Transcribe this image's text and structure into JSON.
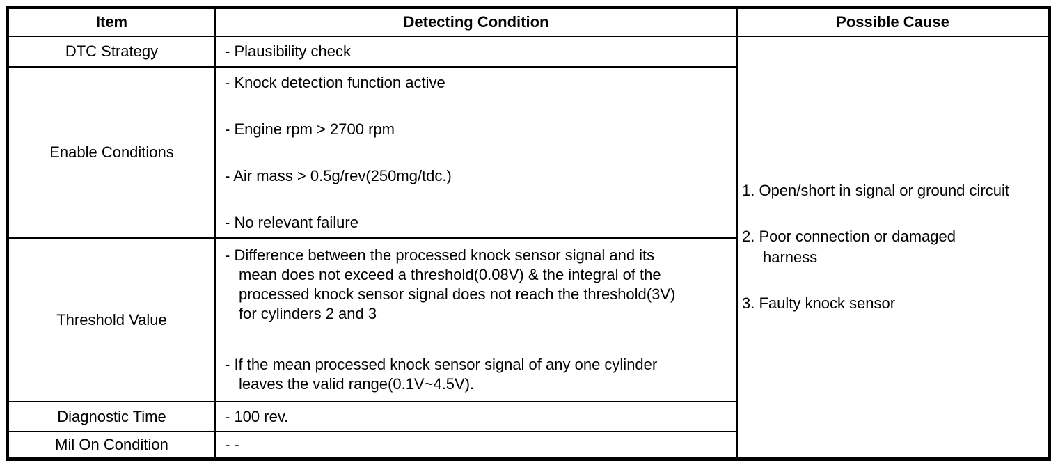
{
  "table": {
    "headers": {
      "item": "Item",
      "detecting_condition": "Detecting Condition",
      "possible_cause": "Possible Cause"
    },
    "rows": [
      {
        "item": "DTC Strategy",
        "conditions": [
          "- Plausibility check"
        ]
      },
      {
        "item": "Enable Conditions",
        "conditions": [
          "- Knock detection function active",
          "- Engine rpm > 2700 rpm",
          "- Air mass > 0.5g/rev(250mg/tdc.)",
          "- No relevant failure"
        ]
      },
      {
        "item": "Threshold Value",
        "conditions": [
          "- Difference between the processed knock sensor signal and its\nmean does not exceed a threshold(0.08V) & the integral of the\nprocessed knock sensor signal does not reach the threshold(3V)\nfor cylinders 2 and 3",
          "- If the mean processed knock sensor signal of any one cylinder\nleaves the valid range(0.1V~4.5V)."
        ]
      },
      {
        "item": "Diagnostic Time",
        "conditions": [
          "- 100 rev."
        ]
      },
      {
        "item": "Mil On Condition",
        "conditions": [
          "- -"
        ]
      }
    ],
    "possible_causes": [
      "1. Open/short in signal or ground circuit",
      "2. Poor connection or damaged\nharness",
      "3. Faulty knock sensor"
    ]
  }
}
